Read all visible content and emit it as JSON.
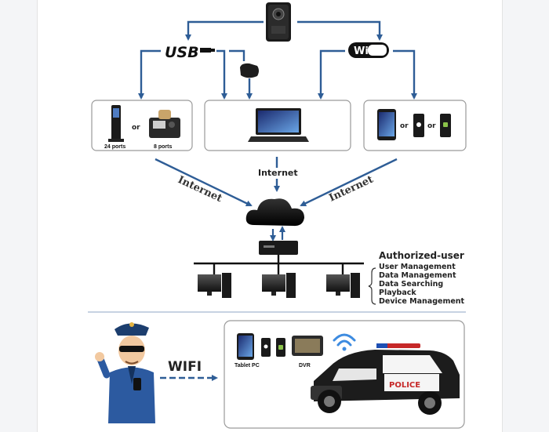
{
  "top": {
    "usb_label": "USB",
    "wifi_label": "Wi Fi"
  },
  "boxes": {
    "left": {
      "or": "or",
      "port_a": "24 ports",
      "port_b": "8 ports"
    },
    "right": {
      "or_1": "or",
      "or_2": "or"
    }
  },
  "network": {
    "internet_left": "Internet",
    "internet_center": "Internet",
    "internet_right": "Internet"
  },
  "authorized": {
    "title": "Authorized-user",
    "items": [
      "User Management",
      "Data Management",
      "Data Searching",
      "Playback",
      "Device Management"
    ]
  },
  "bottom": {
    "wifi_text": "WIFI",
    "tablet_label": "Tablet PC",
    "dvr_label": "DVR",
    "police_text": "POLICE"
  },
  "colors": {
    "arrow_blue": "#2e5d96",
    "box_border": "#9a9a9a"
  }
}
